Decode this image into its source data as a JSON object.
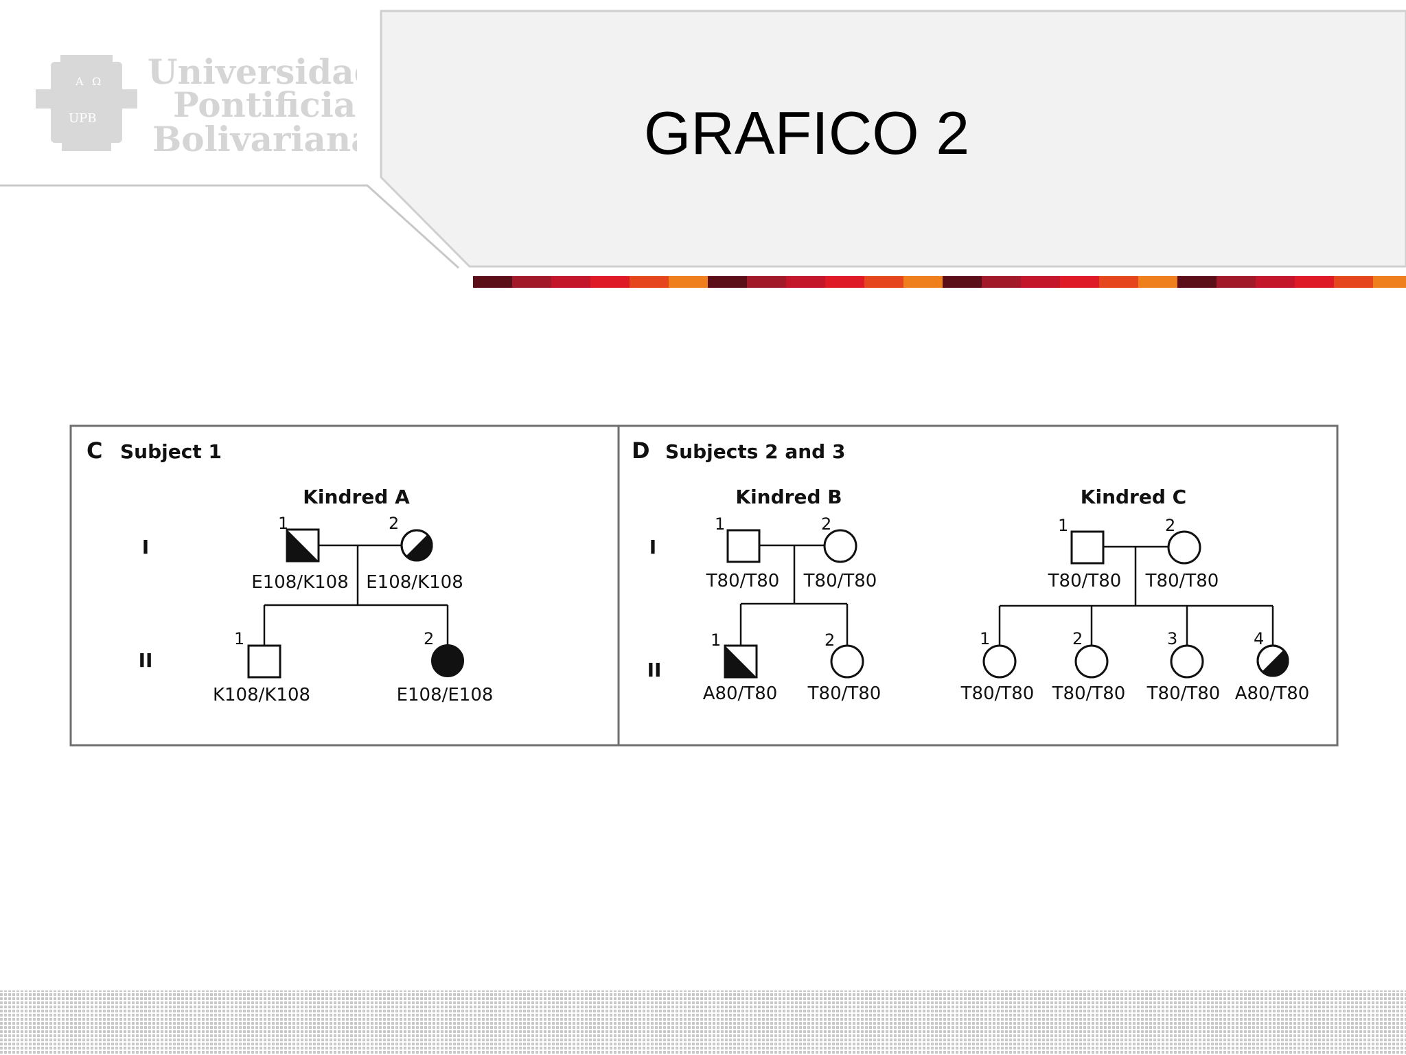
{
  "slide": {
    "title": "GRAFICO 2",
    "logo": {
      "line1": "Universidad",
      "line2": "Pontificia",
      "line3": "Bolivariana",
      "crest_text": "UPB",
      "crest_alpha": "A",
      "crest_omega": "Ω"
    },
    "stripe_colors": [
      "#5b1019",
      "#a21a29",
      "#c4162b",
      "#df1a27",
      "#e6461e",
      "#ee7f1c"
    ]
  },
  "panels": {
    "c": {
      "letter": "C",
      "title": "Subject 1",
      "kindred_a": {
        "name": "Kindred A",
        "gen1_label": "I",
        "gen2_label": "II",
        "i1_num": "1",
        "i1_genotype": "E108/K108",
        "i2_num": "2",
        "i2_genotype": "E108/K108",
        "ii1_num": "1",
        "ii1_genotype": "K108/K108",
        "ii2_num": "2",
        "ii2_genotype": "E108/E108"
      }
    },
    "d": {
      "letter": "D",
      "title": "Subjects 2 and 3",
      "gen1_label": "I",
      "gen2_label": "II",
      "kindred_b": {
        "name": "Kindred B",
        "i1_num": "1",
        "i1_genotype": "T80/T80",
        "i2_num": "2",
        "i2_genotype": "T80/T80",
        "ii1_num": "1",
        "ii1_genotype": "A80/T80",
        "ii2_num": "2",
        "ii2_genotype": "T80/T80"
      },
      "kindred_c": {
        "name": "Kindred C",
        "i1_num": "1",
        "i1_genotype": "T80/T80",
        "i2_num": "2",
        "i2_genotype": "T80/T80",
        "ii1_num": "1",
        "ii1_genotype": "T80/T80",
        "ii2_num": "2",
        "ii2_genotype": "T80/T80",
        "ii3_num": "3",
        "ii3_genotype": "T80/T80",
        "ii4_num": "4",
        "ii4_genotype": "A80/T80"
      }
    }
  }
}
